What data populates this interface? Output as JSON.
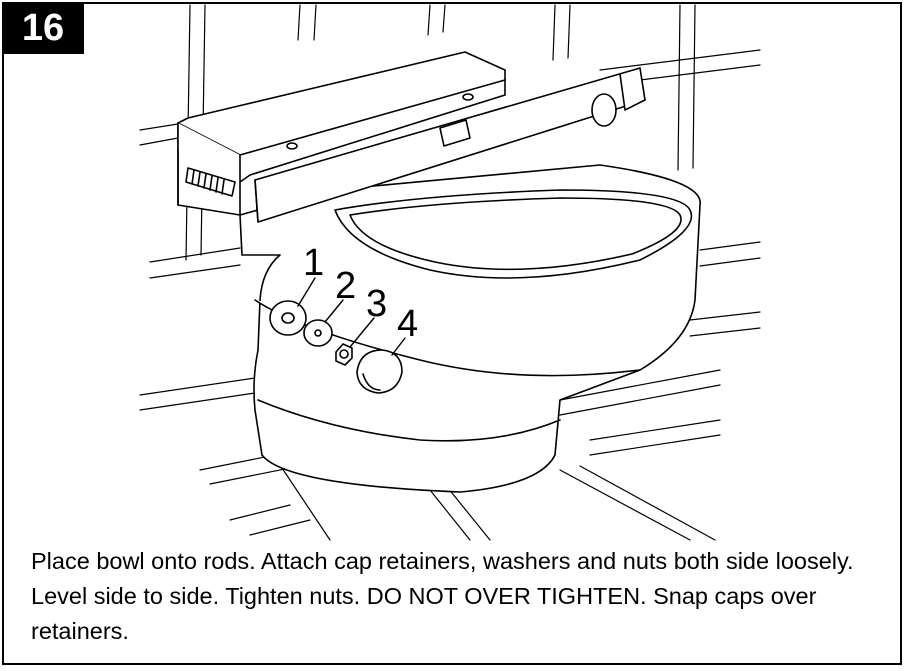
{
  "step": {
    "number": "16"
  },
  "illustration": {
    "callouts": [
      "1",
      "2",
      "3",
      "4"
    ]
  },
  "caption": {
    "text": "Place bowl onto rods. Attach cap retainers, washers and nuts both side loosely. Level side to side. Tighten nuts. DO NOT OVER TIGHTEN. Snap caps over retainers."
  },
  "colors": {
    "ink": "#000000",
    "paper": "#ffffff"
  }
}
